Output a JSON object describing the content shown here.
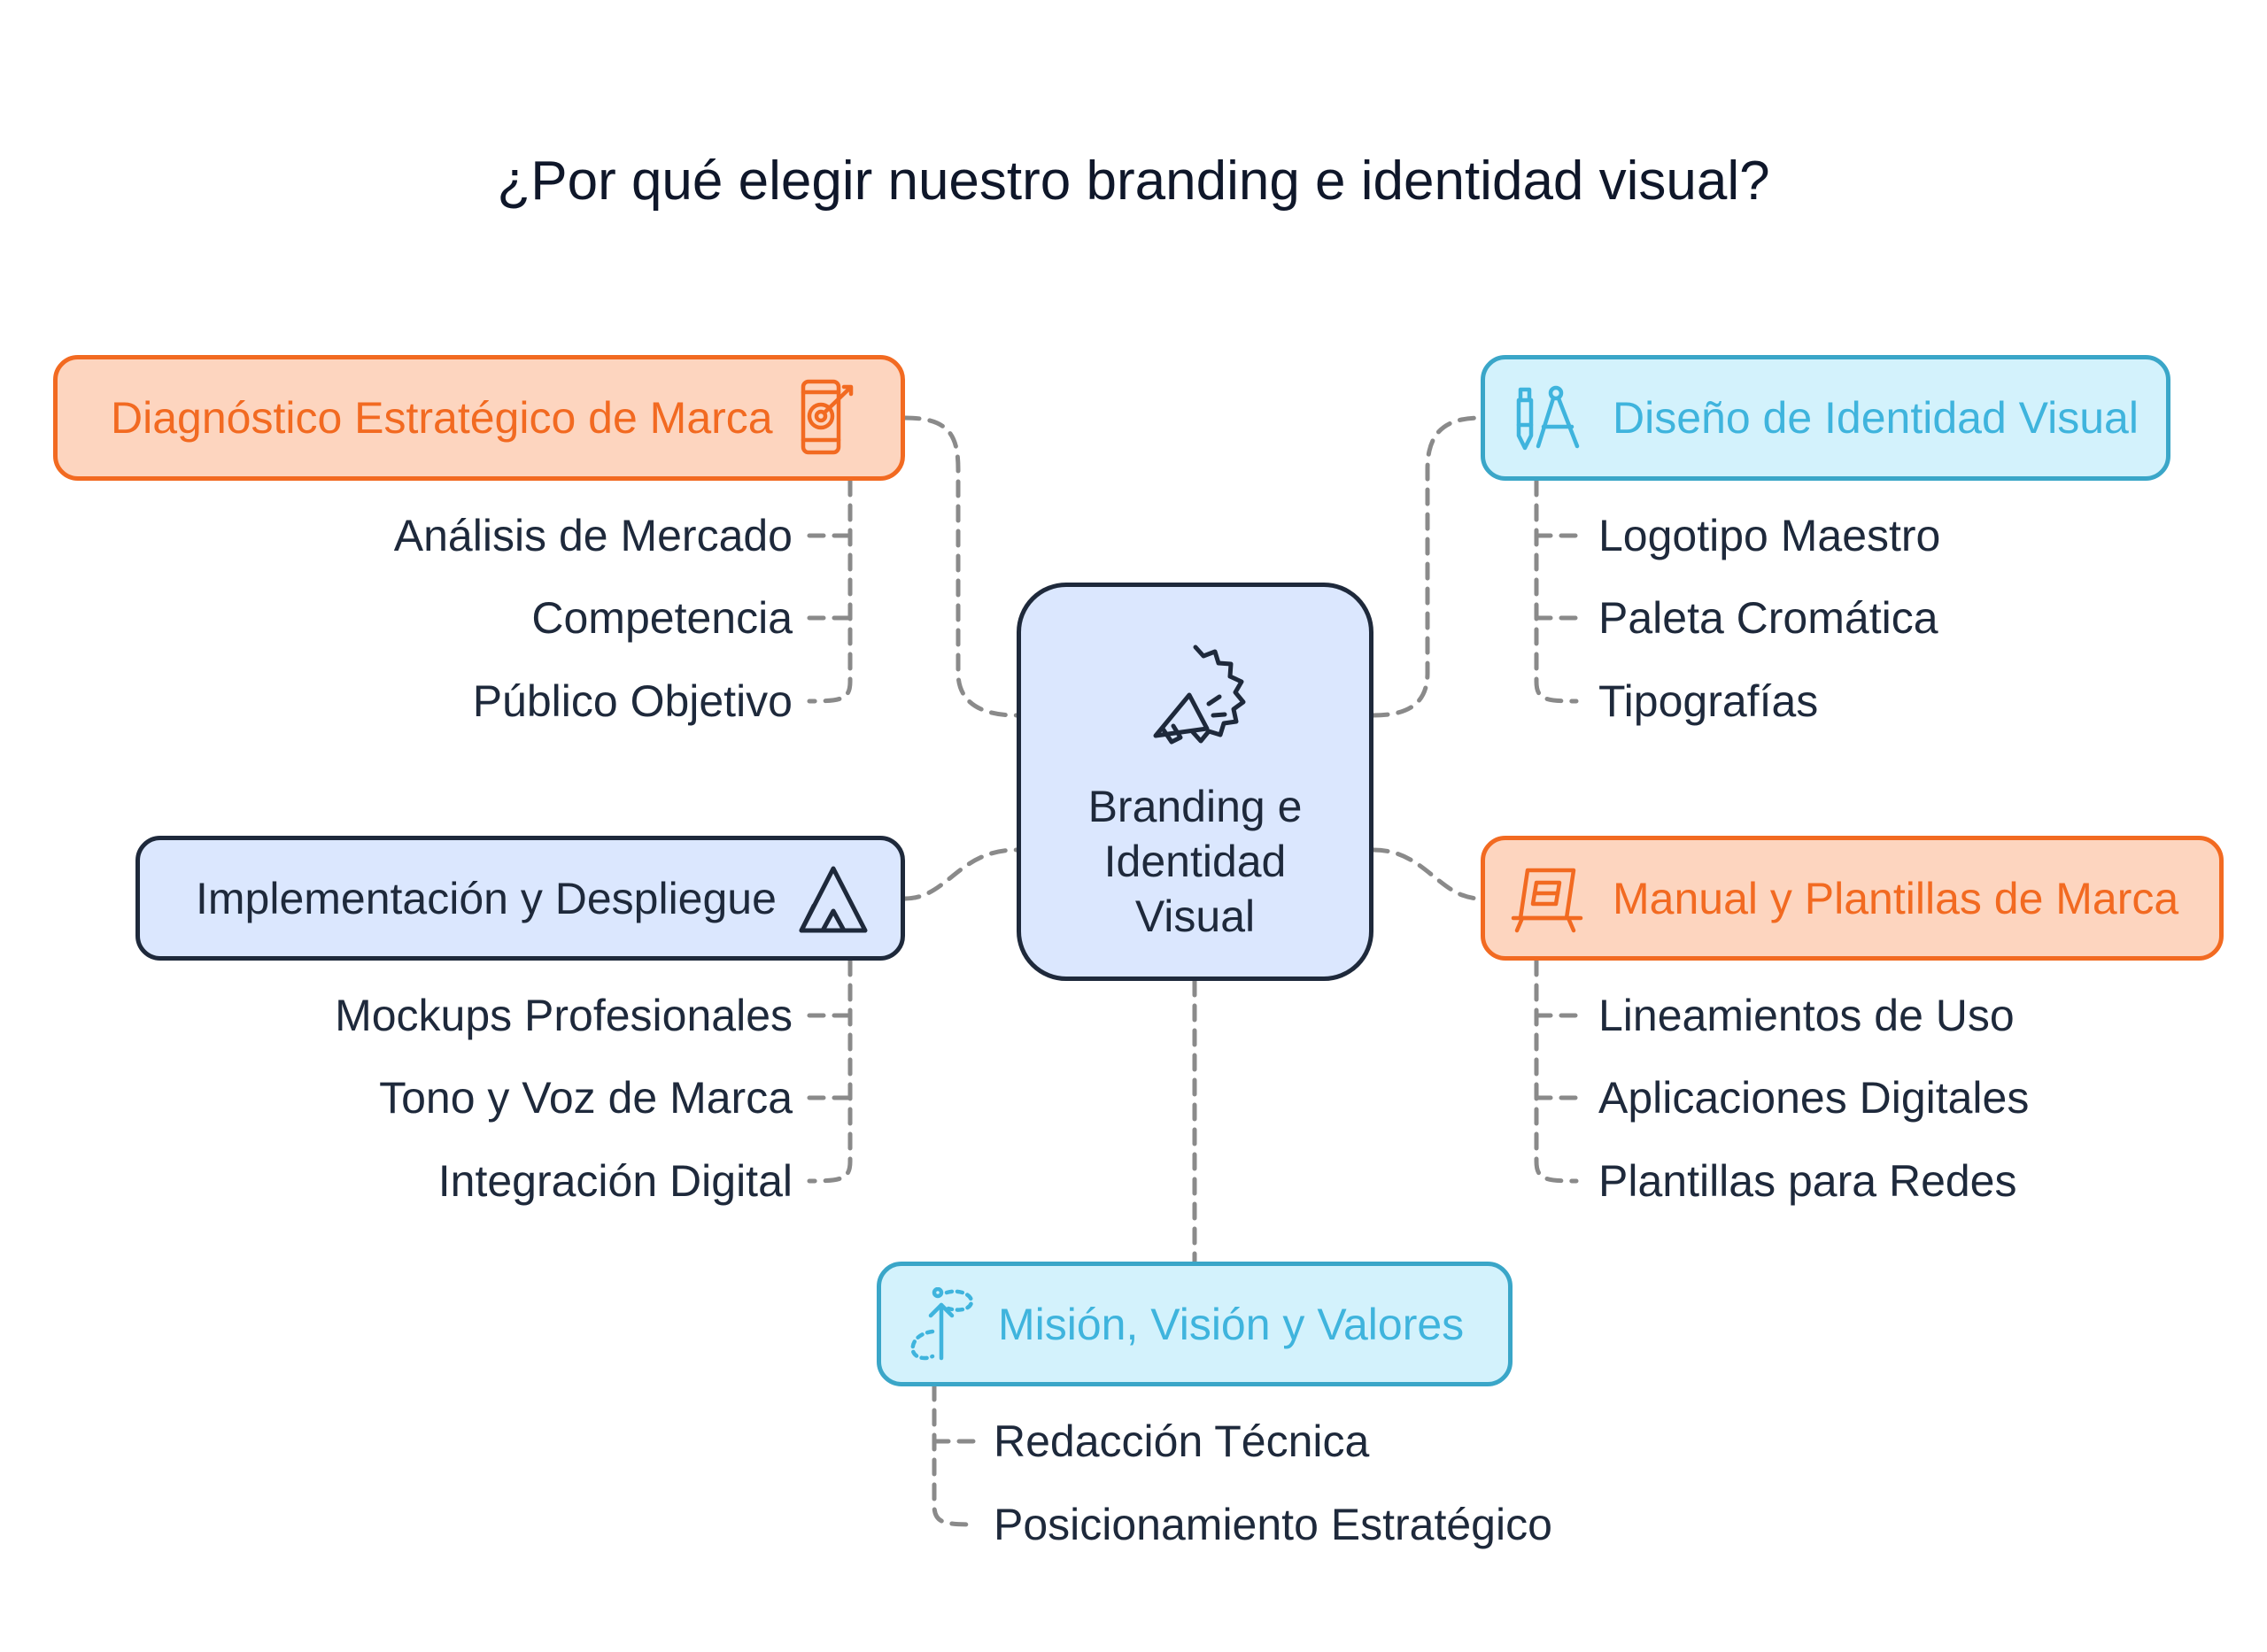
{
  "title": "¿Por qué elegir nuestro branding e identidad visual?",
  "center": {
    "label": "Branding e Identidad Visual",
    "icon": "megaphone-badge-icon"
  },
  "colors": {
    "orange": "#f26a21",
    "orange_fill": "#fdd5bf",
    "cyan": "#3fb4dd",
    "cyan_fill": "#d3f2fc",
    "navy": "#1e293b",
    "navy_fill": "#dbe7fe",
    "connector": "#8a8a8a"
  },
  "branches": {
    "diagnostico": {
      "label": "Diagnóstico Estratégico de Marca",
      "icon": "phone-target-icon",
      "items": [
        "Análisis de Mercado",
        "Competencia",
        "Público Objetivo"
      ]
    },
    "diseno": {
      "label": "Diseño de Identidad Visual",
      "icon": "design-tools-icon",
      "items": [
        "Logotipo Maestro",
        "Paleta Cromática",
        "Tipografías"
      ]
    },
    "implementacion": {
      "label": "Implementación y Despliegue",
      "icon": "tent-icon",
      "items": [
        "Mockups Profesionales",
        "Tono y Voz de Marca",
        "Integración Digital"
      ]
    },
    "manual": {
      "label": "Manual y Plantillas de Marca",
      "icon": "easel-board-icon",
      "items": [
        "Lineamientos de Uso",
        "Aplicaciones Digitales",
        "Plantillas para Redes"
      ]
    },
    "mision": {
      "label": "Misión, Visión y Valores",
      "icon": "direction-arrow-icon",
      "items": [
        "Redacción Técnica",
        "Posicionamiento Estratégico"
      ]
    }
  }
}
